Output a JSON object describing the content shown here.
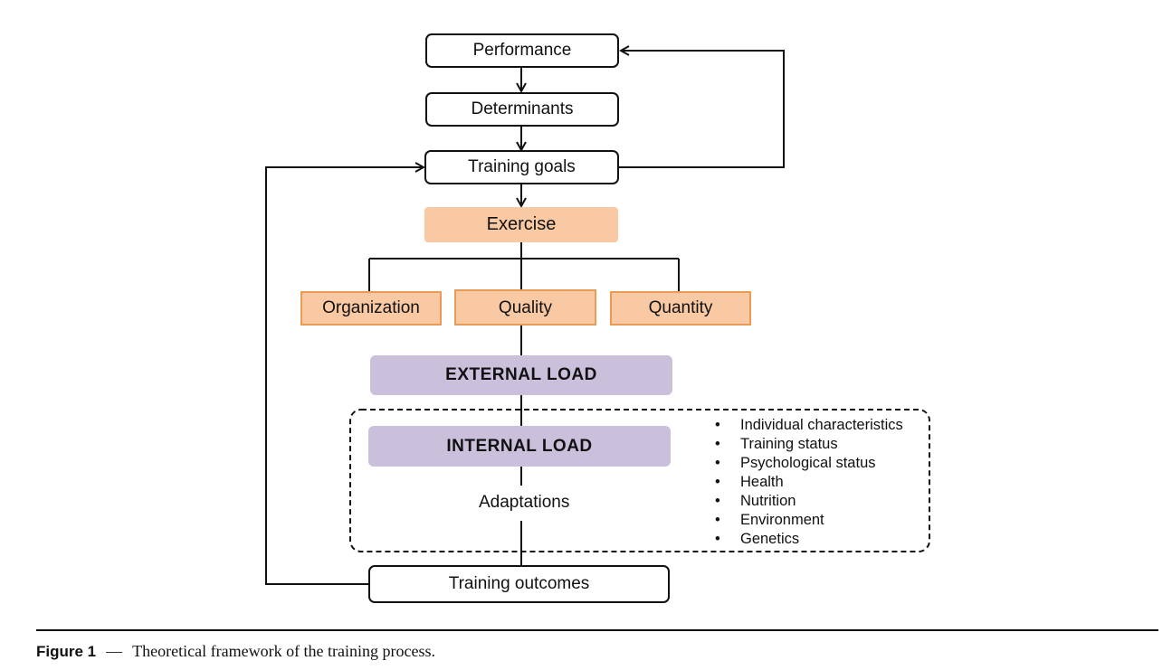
{
  "nodes": {
    "performance": "Performance",
    "determinants": "Determinants",
    "training_goals": "Training goals",
    "exercise": "Exercise",
    "organization": "Organization",
    "quality": "Quality",
    "quantity": "Quantity",
    "external_load": "EXTERNAL LOAD",
    "internal_load": "INTERNAL LOAD",
    "adaptations": "Adaptations",
    "training_outcomes": "Training outcomes"
  },
  "factors": [
    "Individual characteristics",
    "Training status",
    "Psychological status",
    "Health",
    "Nutrition",
    "Environment",
    "Genetics"
  ],
  "caption": {
    "label": "Figure 1",
    "dash": "—",
    "text": "Theoretical framework of the training process."
  },
  "colors": {
    "orange_fill": "#f9c9a4",
    "orange_border": "#ec9b57",
    "purple_fill": "#cbc0dc",
    "line": "#111111"
  }
}
